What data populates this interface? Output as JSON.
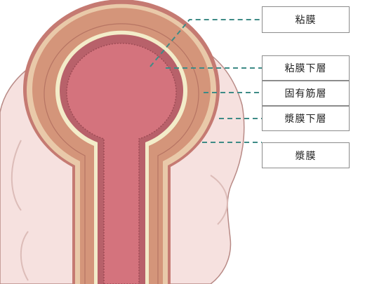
{
  "labels": [
    {
      "text": "粘膜"
    },
    {
      "text": "粘膜下層"
    },
    {
      "text": "固有筋層"
    },
    {
      "text": "漿膜下層"
    },
    {
      "text": "漿膜"
    }
  ],
  "colors": {
    "background": "#ffffff",
    "outer_tissue": "#f6e1df",
    "outer_edge": "#b88a86",
    "serosa": "#c57a72",
    "subserosa": "#e9c9a9",
    "muscle": "#d4957a",
    "submucosa": "#f3ecc9",
    "mucosa": "#b8616a",
    "lumen": "#d4737d",
    "leader_line": "#3e8b86",
    "label_border": "#8c8c8c"
  }
}
